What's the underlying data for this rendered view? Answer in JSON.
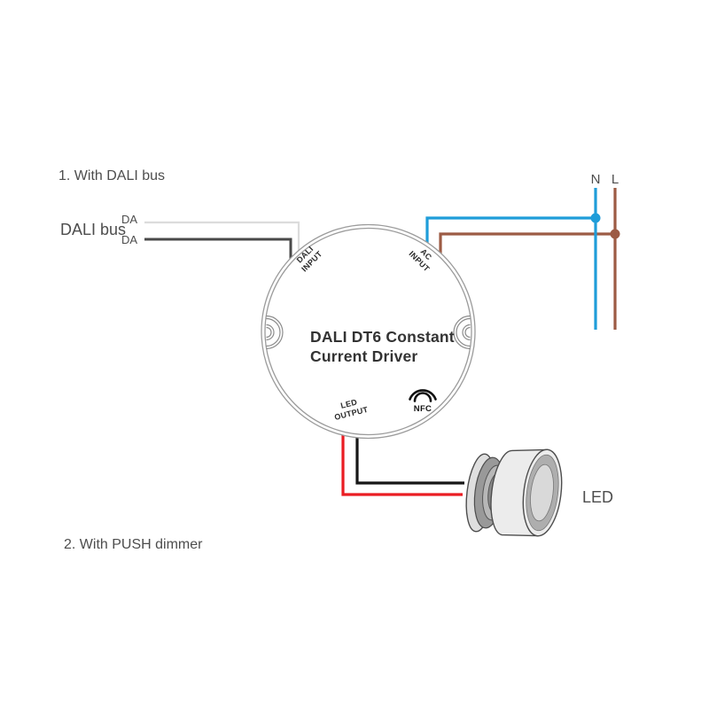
{
  "sections": {
    "dali_bus": {
      "title": "1. With DALI bus"
    },
    "push_dimmer": {
      "title": "2. With PUSH dimmer"
    }
  },
  "dali_bus_input": {
    "label": "DALI bus",
    "wires": [
      {
        "label": "DA"
      },
      {
        "label": "DA"
      }
    ]
  },
  "mains": {
    "neutral_label": "N",
    "live_label": "L"
  },
  "driver": {
    "title_line1": "DALI DT6 Constant",
    "title_line2": "Current Driver",
    "ports": {
      "dali_input": {
        "line1": "DALI",
        "line2": "INPUT"
      },
      "ac_input": {
        "line1": "AC",
        "line2": "INPUT"
      },
      "led_output": {
        "line1": "LED",
        "line2": "OUTPUT"
      }
    },
    "nfc_label": "NFC"
  },
  "led_fixture": {
    "label": "LED"
  },
  "colors": {
    "wire_blue": "#1f9dd9",
    "wire_brown": "#9c5b44",
    "wire_red": "#ea1c22",
    "wire_black": "#161616",
    "wire_gray_light": "#dcdcdc",
    "wire_gray_dark": "#4a4a4a",
    "device_outline": "#9b9b9b",
    "text_gray": "#4d4d4d"
  }
}
